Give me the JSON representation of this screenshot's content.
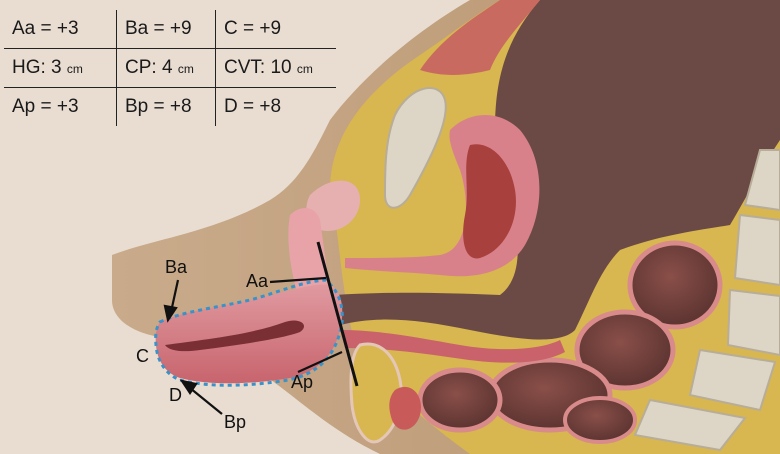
{
  "table": {
    "rows": [
      [
        {
          "text": "Aa = +3",
          "unit": ""
        },
        {
          "text": "Ba = +9",
          "unit": ""
        },
        {
          "text": "C = +9",
          "unit": ""
        }
      ],
      [
        {
          "text": "HG: 3",
          "unit": "cm"
        },
        {
          "text": "CP: 4",
          "unit": "cm"
        },
        {
          "text": "CVT: 10",
          "unit": "cm"
        }
      ],
      [
        {
          "text": "Ap = +3",
          "unit": ""
        },
        {
          "text": "Bp = +8",
          "unit": ""
        },
        {
          "text": "D = +8",
          "unit": ""
        }
      ]
    ]
  },
  "labels": {
    "ba": "Ba",
    "aa": "Aa",
    "c": "C",
    "d": "D",
    "bp": "Bp",
    "ap": "Ap"
  },
  "colors": {
    "background": "#e9ddd2",
    "skin": "#c4a585",
    "fat": "#d8b650",
    "organ_dark": "#6b4a45",
    "prolapse": "#d77f86",
    "outline": "#3a92c8",
    "bone": "#ddd6c6"
  }
}
